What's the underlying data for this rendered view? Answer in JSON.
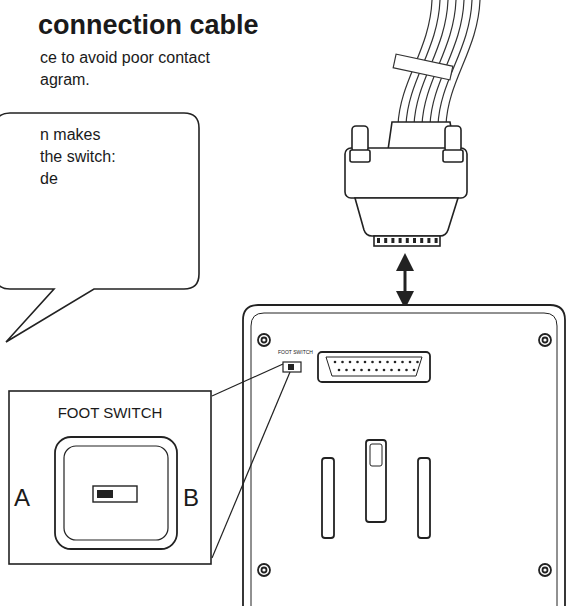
{
  "diagram": {
    "title": "connection cable",
    "nodes": [
      {
        "text": [
          "n makes",
          "the switch:",
          "de"
        ]
      },
      {
        "text": [
          "FOOT SWITCH"
        ]
      }
    ],
    "labels": [
      "ce to avoid poor contact",
      "agram.",
      "A",
      "B",
      "FOOT SWITCH"
    ]
  }
}
